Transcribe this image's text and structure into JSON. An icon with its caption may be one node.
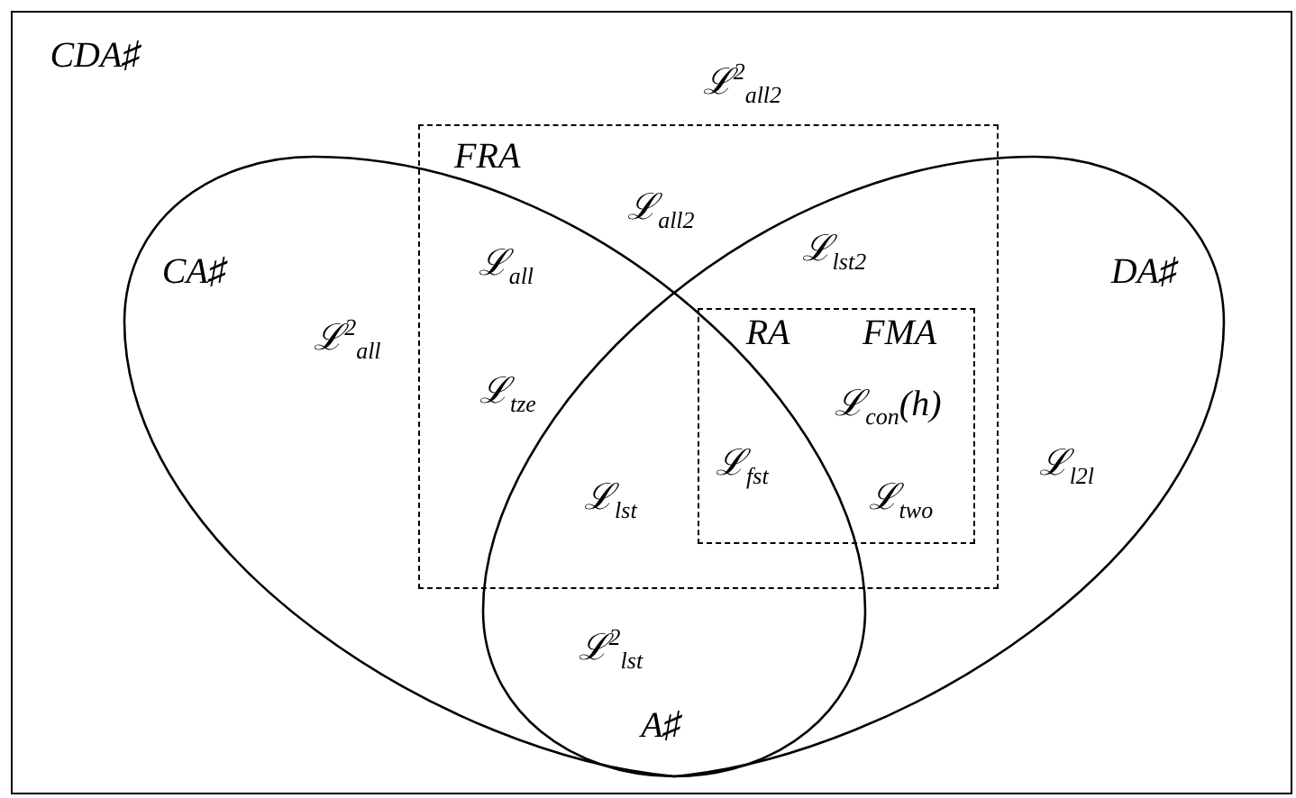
{
  "diagram": {
    "nodes": [
      {
        "text": [
          "CDA♯"
        ]
      },
      {
        "text": [
          "FRA"
        ],
        "in": 0
      },
      {
        "text": [
          "CA♯"
        ],
        "in": 0
      },
      {
        "text": [
          "DA♯"
        ],
        "in": 0
      },
      {
        "text": [
          "RA",
          "FMA"
        ],
        "in": 1
      }
    ],
    "labels": [
      "ℒ$^{2}$$_{all2}$",
      "ℒ$_{all2}$",
      "ℒ$_{all}$",
      "ℒ$_{lst2}$",
      "ℒ$^{2}$$_{all}$",
      "ℒ$_{con}$(h)",
      "ℒ$_{tze}$",
      "ℒ$_{fst}$",
      "ℒ$_{l2l}$",
      "ℒ$_{lst}$",
      "ℒ$_{two}$",
      "ℒ$^{2}$$_{lst}$",
      "A♯"
    ]
  }
}
